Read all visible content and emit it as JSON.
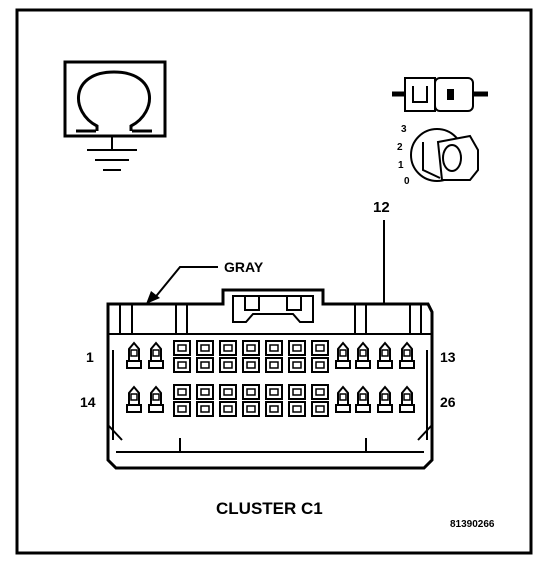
{
  "diagram": {
    "connector_color_label": "GRAY",
    "pin_callout": "12",
    "pin_left_top": "1",
    "pin_right_top": "13",
    "pin_left_bottom": "14",
    "pin_right_bottom": "26",
    "connector_name": "CLUSTER C1",
    "figure_id": "81390266",
    "key_positions": [
      "3",
      "2",
      "1",
      "0"
    ]
  }
}
